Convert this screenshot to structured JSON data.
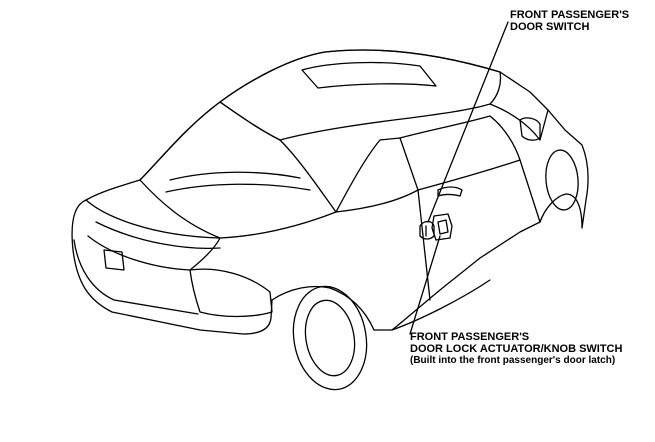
{
  "callouts": {
    "door_switch": {
      "line1": "FRONT PASSENGER'S",
      "line2": "DOOR SWITCH"
    },
    "lock_actuator": {
      "line1": "FRONT PASSENGER'S",
      "line2": "DOOR LOCK ACTUATOR/KNOB SWITCH",
      "line3": "(Built into the front passenger's door latch)"
    }
  }
}
